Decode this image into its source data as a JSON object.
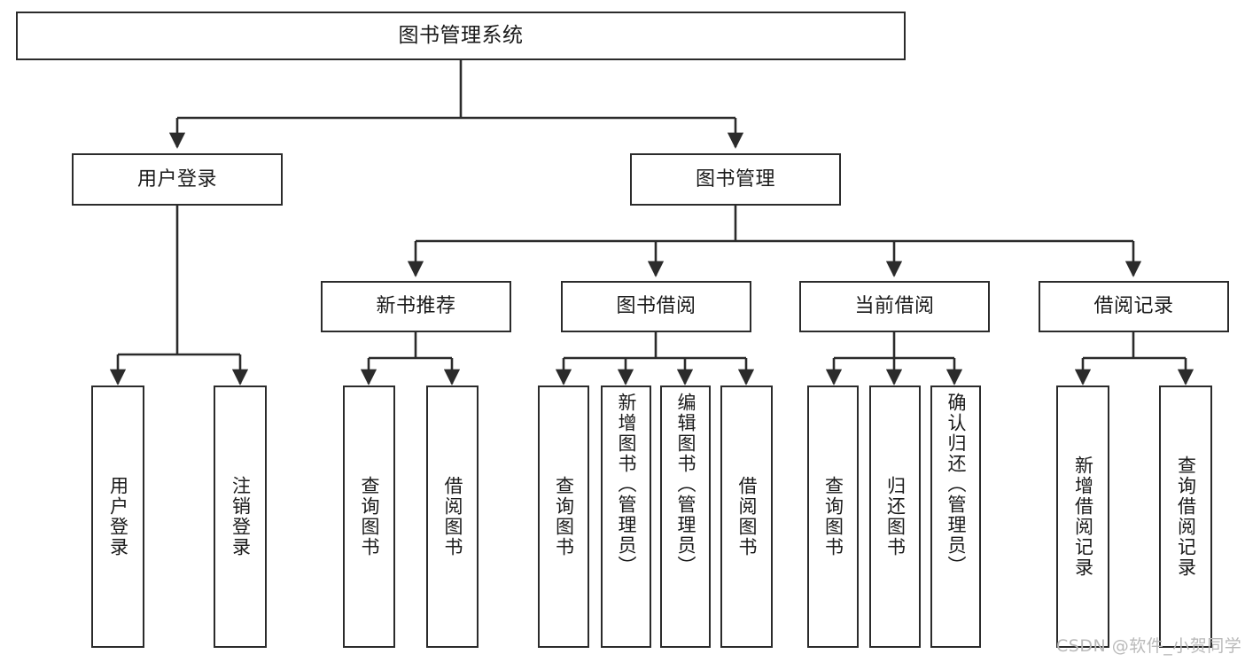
{
  "diagram": {
    "type": "tree-hierarchy",
    "title": "图书管理系统",
    "orientation": "top-down",
    "colors": {
      "box_border": "#2b2b2b",
      "box_fill": "#ffffff",
      "connector": "#2b2b2b",
      "text": "#1a1a1a",
      "watermark": "#b9b9b9",
      "background": "#ffffff"
    },
    "levels": {
      "root": {
        "label": "图书管理系统"
      },
      "level2": [
        {
          "label": "用户登录"
        },
        {
          "label": "图书管理"
        }
      ],
      "level3": [
        {
          "label": "新书推荐"
        },
        {
          "label": "图书借阅"
        },
        {
          "label": "当前借阅"
        },
        {
          "label": "借阅记录"
        }
      ],
      "leaves": {
        "user_login": [
          {
            "label": "用户登录"
          },
          {
            "label": "注销登录"
          }
        ],
        "new_book_recommend": [
          {
            "label": "查询图书"
          },
          {
            "label": "借阅图书"
          }
        ],
        "book_borrow": [
          {
            "label": "查询图书"
          },
          {
            "label": "新增图书（管理员）"
          },
          {
            "label": "编辑图书（管理员）"
          },
          {
            "label": "借阅图书"
          }
        ],
        "current_borrow": [
          {
            "label": "查询图书"
          },
          {
            "label": "归还图书"
          },
          {
            "label": "确认归还（管理员）"
          }
        ],
        "borrow_record": [
          {
            "label": "新增借阅记录"
          },
          {
            "label": "查询借阅记录"
          }
        ]
      }
    },
    "edges": [
      {
        "from": "图书管理系统",
        "to": "用户登录"
      },
      {
        "from": "图书管理系统",
        "to": "图书管理"
      },
      {
        "from": "用户登录",
        "to": "用户登录"
      },
      {
        "from": "用户登录",
        "to": "注销登录"
      },
      {
        "from": "图书管理",
        "to": "新书推荐"
      },
      {
        "from": "图书管理",
        "to": "图书借阅"
      },
      {
        "from": "图书管理",
        "to": "当前借阅"
      },
      {
        "from": "图书管理",
        "to": "借阅记录"
      },
      {
        "from": "新书推荐",
        "to": "查询图书"
      },
      {
        "from": "新书推荐",
        "to": "借阅图书"
      },
      {
        "from": "图书借阅",
        "to": "查询图书"
      },
      {
        "from": "图书借阅",
        "to": "新增图书（管理员）"
      },
      {
        "from": "图书借阅",
        "to": "编辑图书（管理员）"
      },
      {
        "from": "图书借阅",
        "to": "借阅图书"
      },
      {
        "from": "当前借阅",
        "to": "查询图书"
      },
      {
        "from": "当前借阅",
        "to": "归还图书"
      },
      {
        "from": "当前借阅",
        "to": "确认归还（管理员）"
      },
      {
        "from": "借阅记录",
        "to": "新增借阅记录"
      },
      {
        "from": "借阅记录",
        "to": "查询借阅记录"
      }
    ]
  },
  "watermark": {
    "text": "CSDN @软件_小贺同学"
  }
}
